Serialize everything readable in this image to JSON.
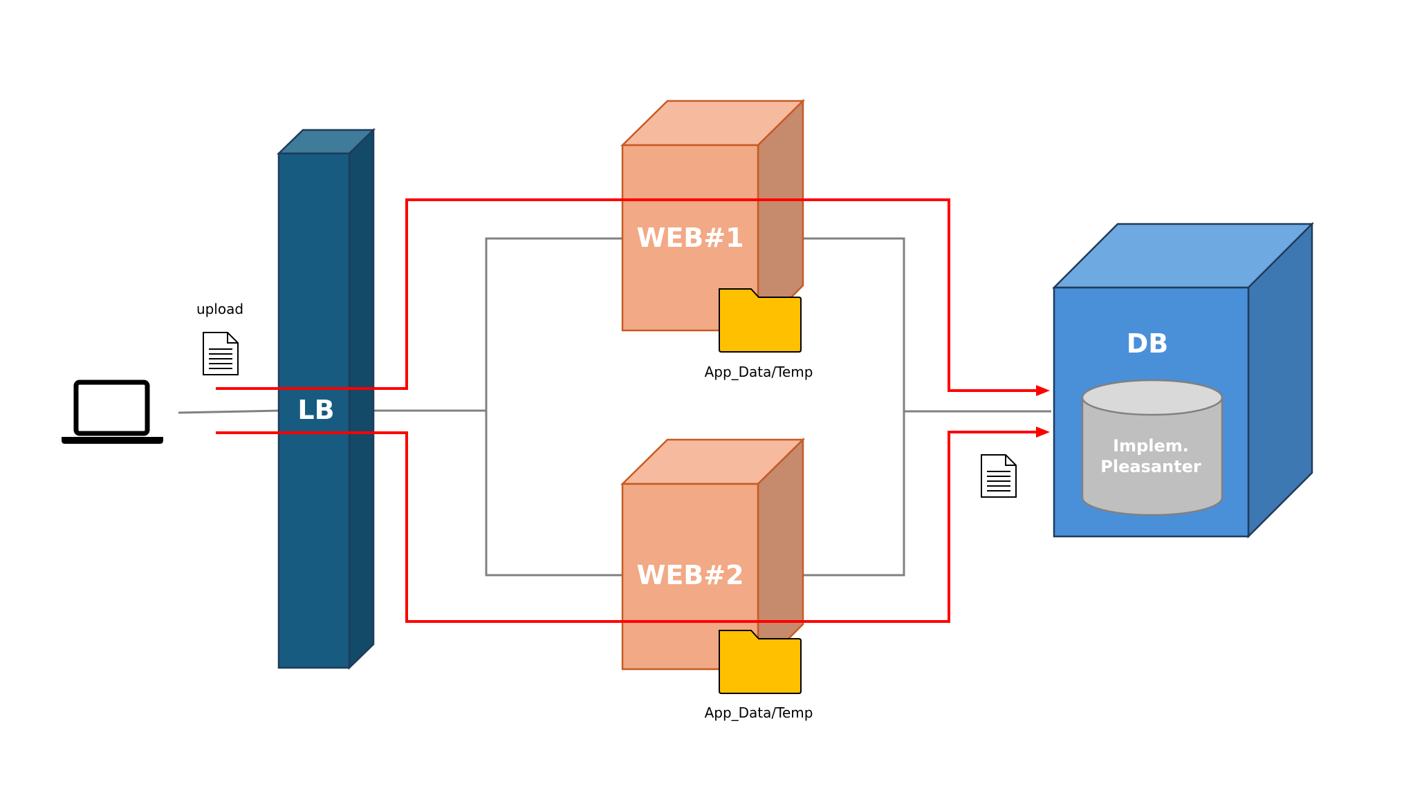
{
  "labels": {
    "upload": "upload",
    "lb": "LB",
    "web1": "WEB#1",
    "web2": "WEB#2",
    "db": "DB",
    "db_inner_line1": "Implem.",
    "db_inner_line2": "Pleasanter",
    "folder1": "App_Data/Temp",
    "folder2": "App_Data/Temp"
  },
  "icons": {
    "client": "laptop-icon",
    "upload_file": "document-icon",
    "db_file": "document-icon",
    "web1_folder": "folder-icon",
    "web2_folder": "folder-icon",
    "database": "database-cylinder-icon"
  },
  "colors": {
    "lb_front": "#175c80",
    "lb_side": "#124a68",
    "lb_top": "#3e7c99",
    "web_front": "#f2a985",
    "web_side": "#c68a6d",
    "web_top": "#f6bb9f",
    "web_stroke": "#c65a23",
    "db_front": "#4a90d9",
    "db_side": "#3e78b3",
    "db_top": "#6ea9e1",
    "db_stroke": "#1f3b5c",
    "cylinder": "#bfbfbf",
    "cylinder_top": "#d9d9d9",
    "folder": "#ffc000",
    "flow_line": "#ff0000",
    "network_line": "#808080"
  }
}
